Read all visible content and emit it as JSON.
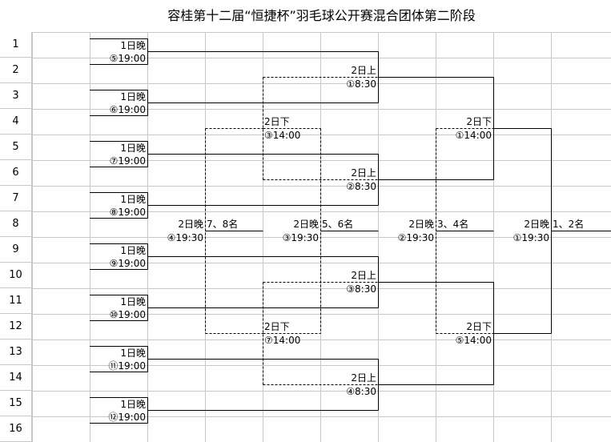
{
  "title": "容桂第十二届“恒捷杯”羽毛球公开赛混合团体第二阶段",
  "row_headers": [
    "1",
    "2",
    "3",
    "4",
    "5",
    "6",
    "7",
    "8",
    "9",
    "10",
    "11",
    "12",
    "13",
    "14",
    "15",
    "16"
  ],
  "round1": [
    {
      "day": "1日晚",
      "time": "⑤19:00"
    },
    {
      "day": "1日晚",
      "time": "⑥19:00"
    },
    {
      "day": "1日晚",
      "time": "⑦19:00"
    },
    {
      "day": "1日晚",
      "time": "⑧19:00"
    },
    {
      "day": "1日晚",
      "time": "⑨19:00"
    },
    {
      "day": "1日晚",
      "time": "⑩19:00"
    },
    {
      "day": "1日晚",
      "time": "⑪19:00"
    },
    {
      "day": "1日晚",
      "time": "⑫19:00"
    }
  ],
  "quarter": [
    {
      "day": "2日上",
      "time": "①8:30"
    },
    {
      "day": "2日上",
      "time": "②8:30"
    },
    {
      "day": "2日上",
      "time": "③8:30"
    },
    {
      "day": "2日上",
      "time": "④8:30"
    }
  ],
  "loser_semis": [
    {
      "day": "2日下",
      "time": "③14:00"
    },
    {
      "day": "2日下",
      "time": "⑦14:00"
    }
  ],
  "winner_semis": [
    {
      "day": "2日下",
      "time": "①14:00"
    },
    {
      "day": "2日下",
      "time": "⑤14:00"
    }
  ],
  "placement": [
    {
      "day": "2日晚",
      "time": "④19:30",
      "label": "7、8名"
    },
    {
      "day": "2日晚",
      "time": "③19:30",
      "label": "5、6名"
    },
    {
      "day": "2日晚",
      "time": "②19:30",
      "label": "3、4名"
    },
    {
      "day": "2日晚",
      "time": "①19:30",
      "label": "1、2名"
    }
  ],
  "colors": {
    "grid": "#c8c8c8",
    "line": "#000000",
    "background": "#ffffff"
  }
}
